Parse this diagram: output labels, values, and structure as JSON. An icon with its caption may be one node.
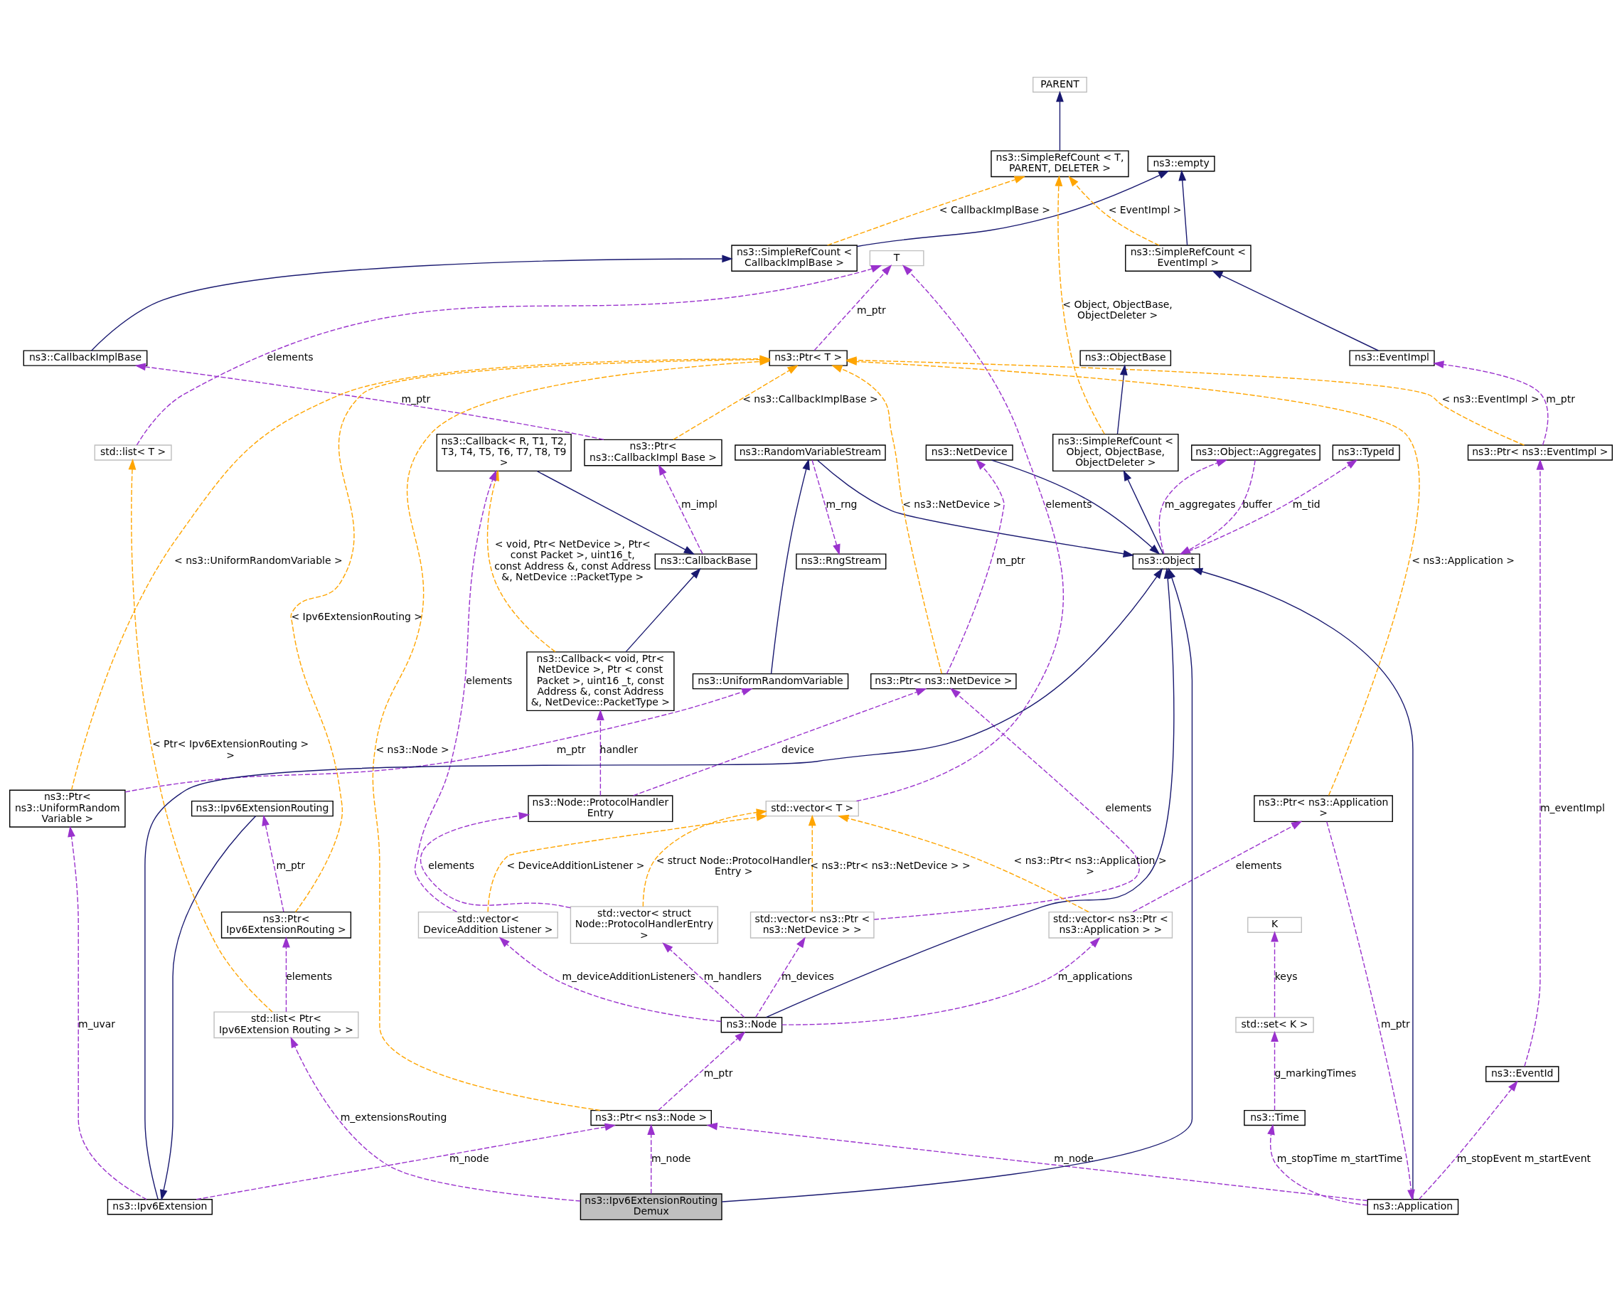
{
  "diagram": {
    "nodes": [
      {
        "text": [
          "PARENT"
        ]
      },
      {
        "text": [
          "ns3::empty"
        ]
      },
      {
        "text": [
          "ns3::SimpleRefCount < T, PARENT, DELETER >"
        ]
      },
      {
        "text": [
          "ns3::SimpleRefCount < CallbackImplBase >"
        ]
      },
      {
        "text": [
          "ns3::SimpleRefCount < EventImpl >"
        ]
      },
      {
        "text": [
          "T"
        ]
      },
      {
        "text": [
          "ns3::CallbackImplBase"
        ]
      },
      {
        "text": [
          "ns3::EventImpl"
        ]
      },
      {
        "text": [
          "ns3::Ptr< T >"
        ]
      },
      {
        "text": [
          "ns3::ObjectBase"
        ]
      },
      {
        "text": [
          "std::list< T >"
        ]
      },
      {
        "text": [
          "ns3::Ptr< ns3::CallbackImpl Base >"
        ]
      },
      {
        "text": [
          "ns3::Ptr< ns3::EventImpl >"
        ]
      },
      {
        "text": [
          "ns3::TypeId"
        ]
      },
      {
        "text": [
          "ns3::SimpleRefCount < Object, ObjectBase, ObjectDeleter >"
        ]
      },
      {
        "text": [
          "ns3::CallbackBase"
        ]
      },
      {
        "text": [
          "ns3::Object"
        ]
      },
      {
        "text": [
          "ns3::RngStream"
        ]
      },
      {
        "text": [
          "ns3::EventId"
        ]
      },
      {
        "text": [
          "ns3::Callback< R, T1, T2, T3, T4, T5, T6, T7, T8, T9 >"
        ]
      },
      {
        "text": [
          "ns3::NetDevice"
        ]
      },
      {
        "text": [
          "ns3::Object::Aggregates"
        ]
      },
      {
        "text": [
          "ns3::RandomVariableStream"
        ]
      },
      {
        "text": [
          "ns3::Callback< void, Ptr< NetDevice >, Ptr < const Packet >, uint16 _t, const Address &, const Address &, NetDevice::PacketType >"
        ]
      },
      {
        "text": [
          "ns3::Ptr< ns3::NetDevice >"
        ]
      },
      {
        "text": [
          "ns3::UniformRandomVariable"
        ]
      },
      {
        "text": [
          "std::vector< T >"
        ]
      },
      {
        "text": [
          "ns3::Node::ProtocolHandler Entry"
        ]
      },
      {
        "text": [
          "ns3::Ptr< ns3::UniformRandom Variable >"
        ]
      },
      {
        "text": [
          "K"
        ]
      },
      {
        "text": [
          "std::vector< DeviceAddition Listener >"
        ]
      },
      {
        "text": [
          "std::vector< struct Node::ProtocolHandlerEntry >"
        ]
      },
      {
        "text": [
          "std::vector< ns3::Ptr < ns3::NetDevice > >"
        ]
      },
      {
        "text": [
          "std::set< K >"
        ]
      },
      {
        "text": [
          "ns3::Node"
        ]
      },
      {
        "text": [
          "ns3::Time"
        ]
      },
      {
        "text": [
          "ns3::Ptr< ns3::Node >"
        ]
      },
      {
        "text": [
          "ns3::Application"
        ]
      },
      {
        "text": [
          "ns3::Ipv6Extension"
        ]
      },
      {
        "text": [
          "ns3::Ptr< ns3::Application >"
        ]
      },
      {
        "text": [
          "ns3::Ipv6ExtensionRouting"
        ]
      },
      {
        "text": [
          "std::vector< ns3::Ptr < ns3::Application > >"
        ]
      },
      {
        "text": [
          "ns3::Ptr< Ipv6ExtensionRouting >"
        ]
      },
      {
        "text": [
          "std::list< Ptr< Ipv6Extension Routing > >"
        ]
      },
      {
        "text": [
          "ns3::Ipv6ExtensionRouting Demux"
        ]
      }
    ],
    "edges": [
      {
        "from": 2,
        "to": 0,
        "arrow": "to",
        "color": "#191970"
      },
      {
        "from": 3,
        "to": 1,
        "arrow": "to",
        "color": "#191970"
      },
      {
        "from": 4,
        "to": 1,
        "arrow": "to",
        "color": "#191970"
      },
      {
        "from": 6,
        "to": 3,
        "arrow": "to",
        "color": "#191970"
      },
      {
        "from": 7,
        "to": 4,
        "arrow": "to",
        "color": "#191970"
      },
      {
        "from": 14,
        "to": 9,
        "arrow": "to",
        "color": "#191970"
      },
      {
        "from": 16,
        "to": 14,
        "arrow": "to",
        "color": "#191970"
      },
      {
        "from": 19,
        "to": 15,
        "arrow": "to",
        "color": "#191970"
      },
      {
        "from": 23,
        "to": 15,
        "arrow": "to",
        "color": "#191970"
      },
      {
        "from": 20,
        "to": 16,
        "arrow": "to",
        "color": "#191970"
      },
      {
        "from": 22,
        "to": 16,
        "arrow": "to",
        "color": "#191970"
      },
      {
        "from": 25,
        "to": 22,
        "arrow": "to",
        "color": "#191970"
      },
      {
        "from": 34,
        "to": 16,
        "arrow": "to",
        "color": "#191970"
      },
      {
        "from": 37,
        "to": 16,
        "arrow": "to",
        "color": "#191970"
      },
      {
        "from": 38,
        "to": 16,
        "arrow": "to",
        "color": "#191970"
      },
      {
        "from": 44,
        "to": 16,
        "arrow": "to",
        "color": "#191970"
      },
      {
        "from": 40,
        "to": 38,
        "arrow": "to",
        "color": "#191970"
      },
      {
        "from": 3,
        "to": 2,
        "arrow": "to",
        "label": "< CallbackImplBase >",
        "style": "dashed",
        "color": "#ffa500"
      },
      {
        "from": 4,
        "to": 2,
        "arrow": "to",
        "label": "< EventImpl >",
        "style": "dashed",
        "color": "#ffa500"
      },
      {
        "from": 14,
        "to": 2,
        "arrow": "to",
        "label": "< Object, ObjectBase, ObjectDeleter >",
        "style": "dashed",
        "color": "#ffa500"
      },
      {
        "from": 11,
        "to": 8,
        "arrow": "to",
        "label": "< ns3::CallbackImplBase >",
        "style": "dashed",
        "color": "#ffa500"
      },
      {
        "from": 12,
        "to": 8,
        "arrow": "to",
        "label": "< ns3::EventImpl >",
        "style": "dashed",
        "color": "#ffa500"
      },
      {
        "from": 24,
        "to": 8,
        "arrow": "to",
        "label": "< ns3::NetDevice >",
        "style": "dashed",
        "color": "#ffa500"
      },
      {
        "from": 36,
        "to": 8,
        "arrow": "to",
        "label": "< ns3::Node >",
        "style": "dashed",
        "color": "#ffa500"
      },
      {
        "from": 28,
        "to": 8,
        "arrow": "to",
        "label": "< ns3::UniformRandomVariable >",
        "style": "dashed",
        "color": "#ffa500"
      },
      {
        "from": 39,
        "to": 8,
        "arrow": "to",
        "label": "< ns3::Application >",
        "style": "dashed",
        "color": "#ffa500"
      },
      {
        "from": 42,
        "to": 8,
        "arrow": "to",
        "label": "< Ipv6ExtensionRouting >",
        "style": "dashed",
        "color": "#ffa500"
      },
      {
        "from": 23,
        "to": 19,
        "arrow": "to",
        "label": "< void, Ptr< NetDevice >, Ptr< const Packet >, uint16_t, const Address &, const Address &, NetDevice ::PacketType >",
        "style": "dashed",
        "color": "#ffa500"
      },
      {
        "from": 30,
        "to": 26,
        "arrow": "to",
        "label": "< DeviceAdditionListener >",
        "style": "dashed",
        "color": "#ffa500"
      },
      {
        "from": 31,
        "to": 26,
        "arrow": "to",
        "label": "< struct Node::ProtocolHandler Entry >",
        "style": "dashed",
        "color": "#ffa500"
      },
      {
        "from": 32,
        "to": 26,
        "arrow": "to",
        "label": "< ns3::Ptr< ns3::NetDevice > >",
        "style": "dashed",
        "color": "#ffa500"
      },
      {
        "from": 41,
        "to": 26,
        "arrow": "to",
        "label": "< ns3::Ptr< ns3::Application > >",
        "style": "dashed",
        "color": "#ffa500"
      },
      {
        "from": 43,
        "to": 10,
        "arrow": "to",
        "label": "< Ptr< Ipv6ExtensionRouting > >",
        "style": "dashed",
        "color": "#ffa500"
      },
      {
        "from": 8,
        "to": 5,
        "arrow": "to",
        "label": "m_ptr",
        "style": "dashed"
      },
      {
        "from": 26,
        "to": 5,
        "arrow": "to",
        "label": "elements",
        "style": "dashed"
      },
      {
        "from": 10,
        "to": 5,
        "arrow": "to",
        "label": "elements",
        "style": "dashed"
      },
      {
        "from": 11,
        "to": 6,
        "arrow": "to",
        "label": "m_ptr",
        "style": "dashed"
      },
      {
        "from": 12,
        "to": 7,
        "arrow": "to",
        "label": "m_ptr",
        "style": "dashed"
      },
      {
        "from": 15,
        "to": 11,
        "arrow": "to",
        "label": "m_impl",
        "style": "dashed"
      },
      {
        "from": 18,
        "to": 12,
        "arrow": "to",
        "label": "m_eventImpl",
        "style": "dashed"
      },
      {
        "from": 16,
        "to": 13,
        "arrow": "to",
        "label": "m_tid",
        "style": "dashed"
      },
      {
        "from": 21,
        "to": 16,
        "arrow": "to",
        "label": "buffer",
        "style": "dashed"
      },
      {
        "from": 16,
        "to": 21,
        "arrow": "to",
        "label": "m_aggregates",
        "style": "dashed"
      },
      {
        "from": 22,
        "to": 17,
        "arrow": "to",
        "label": "m_rng",
        "style": "dashed"
      },
      {
        "from": 24,
        "to": 20,
        "arrow": "to",
        "label": "m_ptr",
        "style": "dashed"
      },
      {
        "from": 27,
        "to": 23,
        "arrow": "to",
        "label": "handler",
        "style": "dashed"
      },
      {
        "from": 27,
        "to": 24,
        "arrow": "to",
        "label": "device",
        "style": "dashed"
      },
      {
        "from": 30,
        "to": 19,
        "arrow": "to",
        "label": "elements",
        "style": "dashed"
      },
      {
        "from": 31,
        "to": 27,
        "arrow": "to",
        "label": "elements",
        "style": "dashed"
      },
      {
        "from": 32,
        "to": 24,
        "arrow": "to",
        "label": "elements",
        "style": "dashed"
      },
      {
        "from": 28,
        "to": 25,
        "arrow": "to",
        "label": "m_ptr",
        "style": "dashed"
      },
      {
        "from": 33,
        "to": 29,
        "arrow": "to",
        "label": "keys",
        "style": "dashed"
      },
      {
        "from": 34,
        "to": 30,
        "arrow": "to",
        "label": "m_deviceAdditionListeners",
        "style": "dashed"
      },
      {
        "from": 34,
        "to": 31,
        "arrow": "to",
        "label": "m_handlers",
        "style": "dashed"
      },
      {
        "from": 34,
        "to": 32,
        "arrow": "to",
        "label": "m_devices",
        "style": "dashed"
      },
      {
        "from": 34,
        "to": 41,
        "arrow": "to",
        "label": "m_applications",
        "style": "dashed"
      },
      {
        "from": 36,
        "to": 34,
        "arrow": "to",
        "label": "m_ptr",
        "style": "dashed"
      },
      {
        "from": 35,
        "to": 33,
        "arrow": "to",
        "label": "g_markingTimes",
        "style": "dashed"
      },
      {
        "from": 37,
        "to": 35,
        "arrow": "to",
        "label": "m_stopTime m_startTime",
        "style": "dashed"
      },
      {
        "from": 37,
        "to": 18,
        "arrow": "to",
        "label": "m_stopEvent m_startEvent",
        "style": "dashed"
      },
      {
        "from": 37,
        "to": 36,
        "arrow": "to",
        "label": "m_node",
        "style": "dashed"
      },
      {
        "from": 38,
        "to": 36,
        "arrow": "to",
        "label": "m_node",
        "style": "dashed"
      },
      {
        "from": 38,
        "to": 28,
        "arrow": "to",
        "label": "m_uvar",
        "style": "dashed"
      },
      {
        "from": 39,
        "to": 37,
        "arrow": "to",
        "label": "m_ptr",
        "style": "dashed"
      },
      {
        "from": 41,
        "to": 39,
        "arrow": "to",
        "label": "elements",
        "style": "dashed"
      },
      {
        "from": 42,
        "to": 40,
        "arrow": "to",
        "label": "m_ptr",
        "style": "dashed"
      },
      {
        "from": 43,
        "to": 42,
        "arrow": "to",
        "label": "elements",
        "style": "dashed"
      },
      {
        "from": 44,
        "to": 36,
        "arrow": "to",
        "label": "m_node",
        "style": "dashed"
      },
      {
        "from": 44,
        "to": 43,
        "arrow": "to",
        "label": "m_extensionsRouting",
        "style": "dashed"
      }
    ]
  }
}
